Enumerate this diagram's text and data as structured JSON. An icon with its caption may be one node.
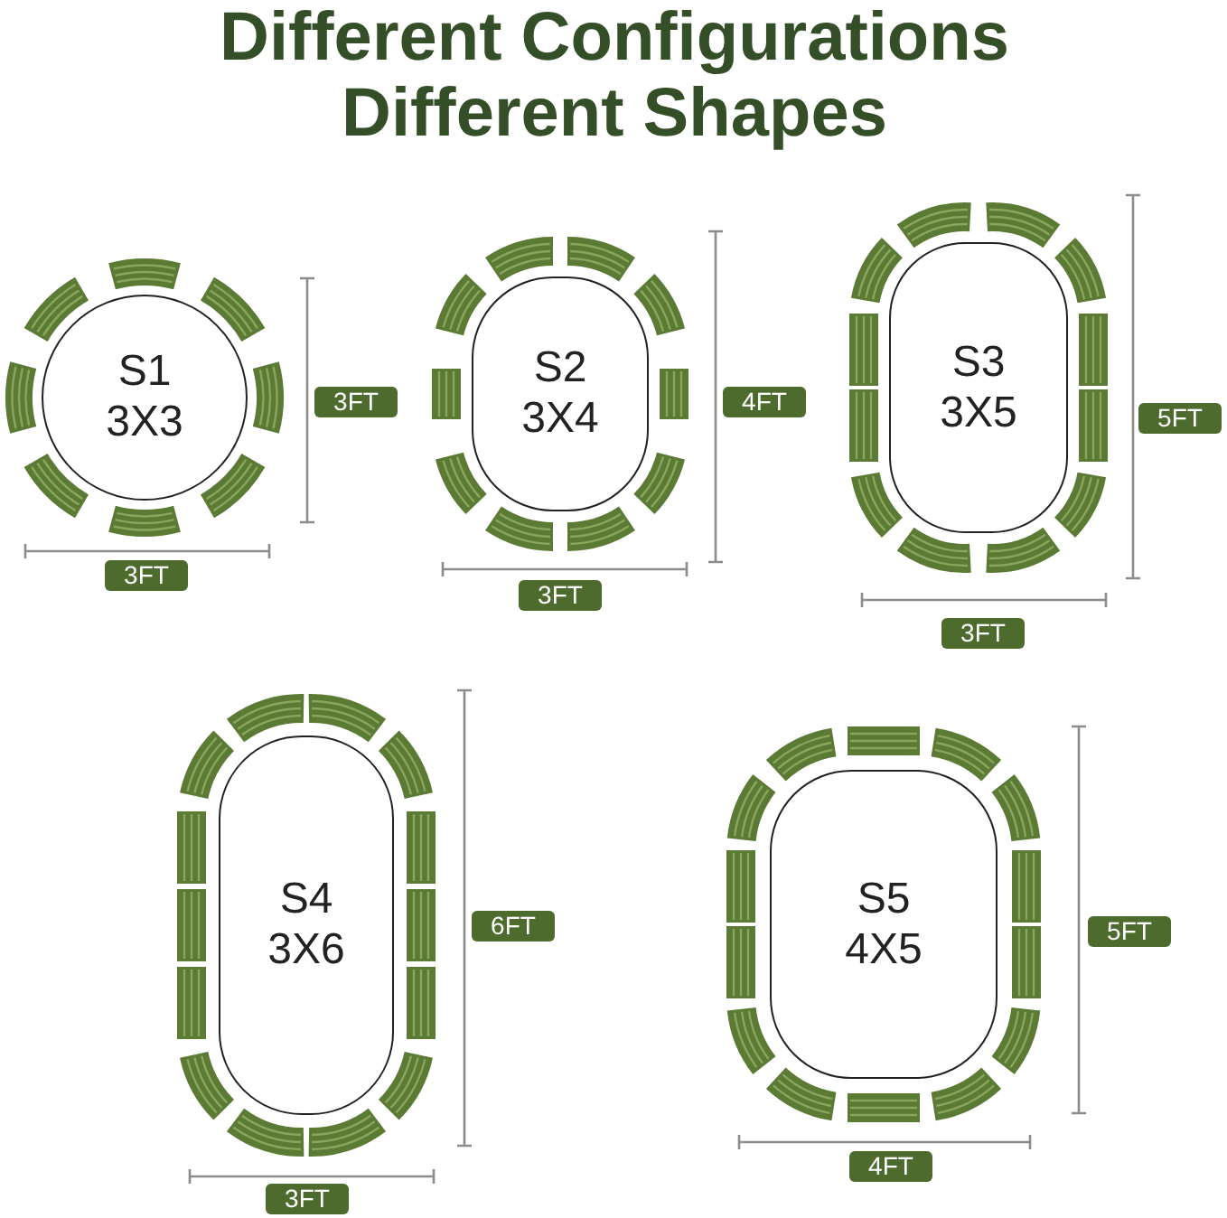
{
  "diagram": {
    "title": "Different Configurations Different Shapes",
    "nodes": [
      {
        "text": [
          "S1",
          "3X3"
        ]
      },
      {
        "text": [
          "S2",
          "3X4"
        ]
      },
      {
        "text": [
          "S3",
          "3X5"
        ]
      },
      {
        "text": [
          "S4",
          "3X6"
        ]
      },
      {
        "text": [
          "S5",
          "4X5"
        ]
      }
    ],
    "labels": [
      "3FT",
      "3FT",
      "4FT",
      "3FT",
      "5FT",
      "3FT",
      "6FT",
      "3FT",
      "5FT",
      "4FT"
    ]
  }
}
